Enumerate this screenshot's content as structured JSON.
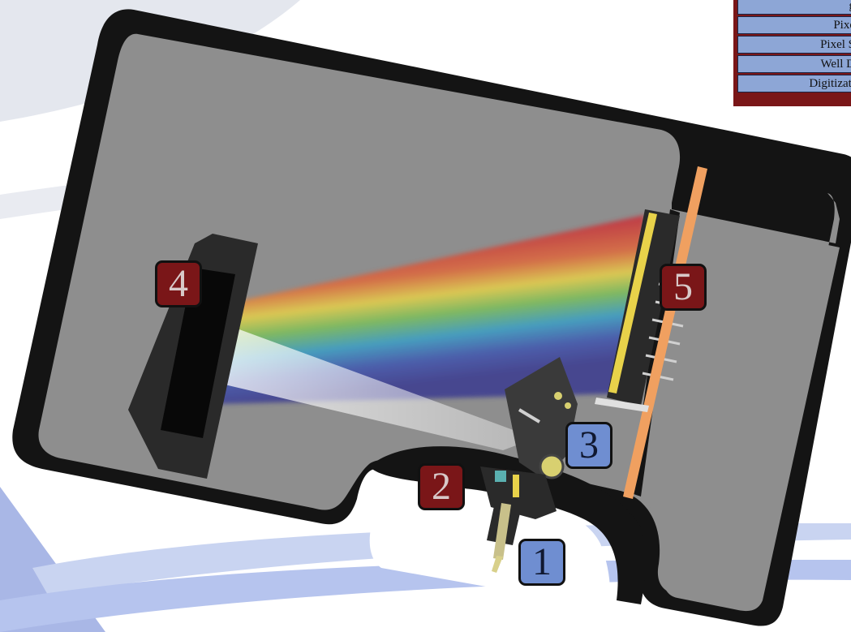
{
  "diagram": {
    "callouts": [
      {
        "id": "1",
        "label": "1",
        "color": "blue"
      },
      {
        "id": "2",
        "label": "2",
        "color": "red"
      },
      {
        "id": "3",
        "label": "3",
        "color": "blue"
      },
      {
        "id": "4",
        "label": "4",
        "color": "red"
      },
      {
        "id": "5",
        "label": "5",
        "color": "red"
      }
    ],
    "spec_table": {
      "rows": [
        "g",
        "Pixe",
        "Pixel S",
        "Well D",
        "Digitizati"
      ]
    },
    "colors": {
      "callout_red": "#7a1618",
      "callout_blue": "#6f8ed1",
      "housing": "#8e8e8e",
      "frame": "#141414",
      "detector_board": "#f0a060"
    }
  }
}
